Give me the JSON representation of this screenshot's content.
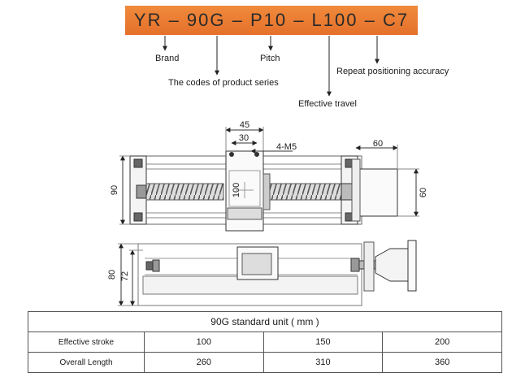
{
  "model_code": "YR – 90G – P10 – L100 – C7",
  "annotations": {
    "brand": "Brand",
    "series": "The codes of product series",
    "pitch": "Pitch",
    "travel": "Effective travel",
    "accuracy": "Repeat positioning accuracy"
  },
  "dimensions": {
    "carriage_width": "45",
    "hole_spacing": "30",
    "thread": "4-M5",
    "motor_width": "60",
    "motor_height": "60",
    "overall_height": "90",
    "carriage_len": "100",
    "side_height": "80",
    "side_inner": "72"
  },
  "table": {
    "title": "90G standard unit ( mm )",
    "rows": [
      {
        "label": "Effective stroke",
        "values": [
          "100",
          "150",
          "200"
        ]
      },
      {
        "label": "Overall Length",
        "values": [
          "260",
          "310",
          "360"
        ]
      }
    ]
  }
}
